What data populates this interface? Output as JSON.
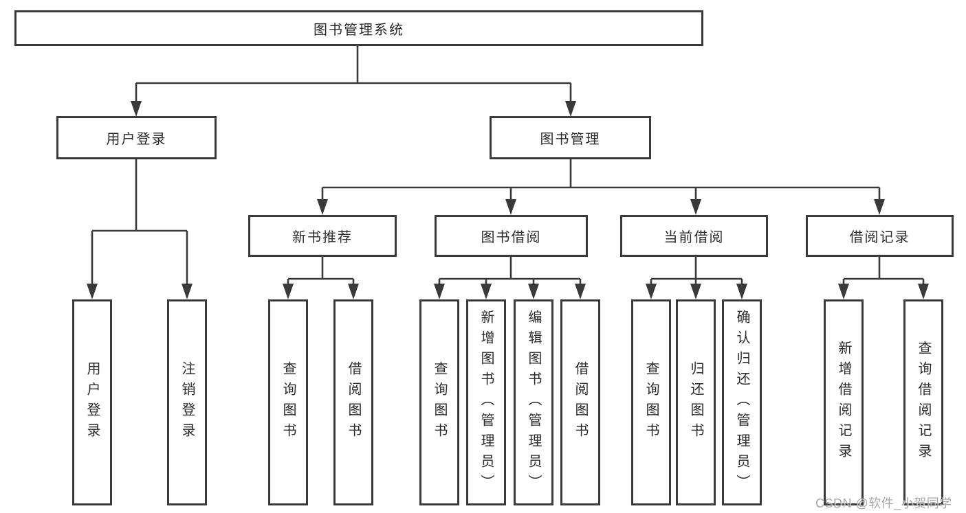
{
  "tree": {
    "root": "图书管理系统",
    "children": [
      {
        "label": "用户登录",
        "children": [
          "用户登录",
          "注销登录"
        ]
      },
      {
        "label": "图书管理",
        "children": [
          {
            "label": "新书推荐",
            "children": [
              "查询图书",
              "借阅图书"
            ]
          },
          {
            "label": "图书借阅",
            "children": [
              "查询图书",
              "新增图书（管理员）",
              "编辑图书（管理员）",
              "借阅图书"
            ]
          },
          {
            "label": "当前借阅",
            "children": [
              "查询图书",
              "归还图书",
              "确认归还（管理员）"
            ]
          },
          {
            "label": "借阅记录",
            "children": [
              "新增借阅记录",
              "查询借阅记录"
            ]
          }
        ]
      }
    ]
  },
  "watermark": "CSDN @软件_小贺同学",
  "colors": {
    "line": "#3a3a3a",
    "text": "#2b2b2b",
    "watermark": "#9898a0",
    "background": "#ffffff"
  }
}
